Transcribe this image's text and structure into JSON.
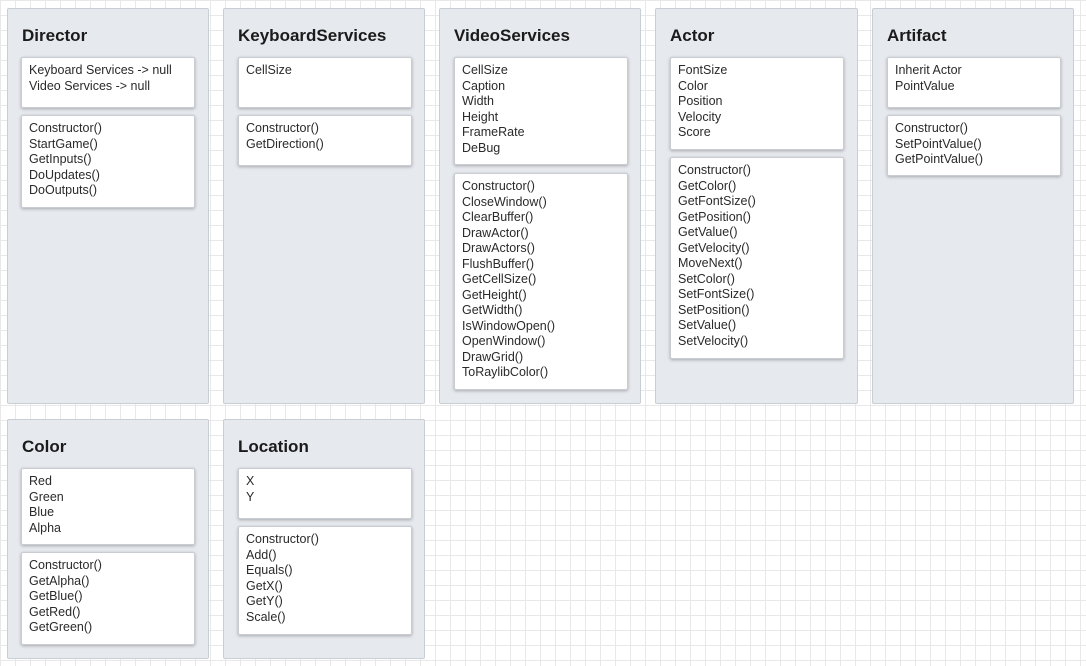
{
  "classes": [
    {
      "name": "Director",
      "attributes": [
        "Keyboard Services -> null",
        "Video Services -> null"
      ],
      "methods": [
        "Constructor()",
        "StartGame()",
        "GetInputs()",
        "DoUpdates()",
        "DoOutputs()"
      ]
    },
    {
      "name": "KeyboardServices",
      "attributes": [
        "CellSize"
      ],
      "methods": [
        "Constructor()",
        "GetDirection()"
      ]
    },
    {
      "name": "VideoServices",
      "attributes": [
        "CellSize",
        "Caption",
        "Width",
        "Height",
        "FrameRate",
        "DeBug"
      ],
      "methods": [
        "Constructor()",
        "CloseWindow()",
        "ClearBuffer()",
        "DrawActor()",
        "DrawActors()",
        "FlushBuffer()",
        "GetCellSize()",
        "GetHeight()",
        "GetWidth()",
        "IsWindowOpen()",
        "OpenWindow()",
        "DrawGrid()",
        "ToRaylibColor()"
      ]
    },
    {
      "name": "Actor",
      "attributes": [
        "FontSize",
        "Color",
        "Position",
        "Velocity",
        "Score"
      ],
      "methods": [
        "Constructor()",
        "GetColor()",
        "GetFontSize()",
        "GetPosition()",
        "GetValue()",
        "GetVelocity()",
        "MoveNext()",
        "SetColor()",
        "SetFontSize()",
        "SetPosition()",
        "SetValue()",
        "SetVelocity()"
      ]
    },
    {
      "name": "Artifact",
      "attributes": [
        "Inherit Actor",
        "PointValue"
      ],
      "methods": [
        "Constructor()",
        "SetPointValue()",
        "GetPointValue()"
      ]
    },
    {
      "name": "Color",
      "attributes": [
        "Red",
        "Green",
        "Blue",
        "Alpha"
      ],
      "methods": [
        "Constructor()",
        "GetAlpha()",
        "GetBlue()",
        "GetRed()",
        "GetGreen()"
      ]
    },
    {
      "name": "Location",
      "attributes": [
        "X",
        "Y"
      ],
      "methods": [
        "Constructor()",
        "Add()",
        "Equals()",
        "GetX()",
        "GetY()",
        "Scale()"
      ]
    }
  ]
}
